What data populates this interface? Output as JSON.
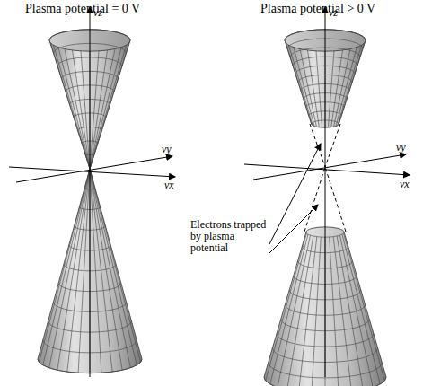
{
  "diagram": {
    "labels": [
      "Plasma potential = 0 V",
      "Plasma potential > 0 V",
      "vz",
      "vy",
      "vx",
      "vz",
      "vy",
      "vx",
      "Electrons trapped by plasma potential"
    ]
  }
}
